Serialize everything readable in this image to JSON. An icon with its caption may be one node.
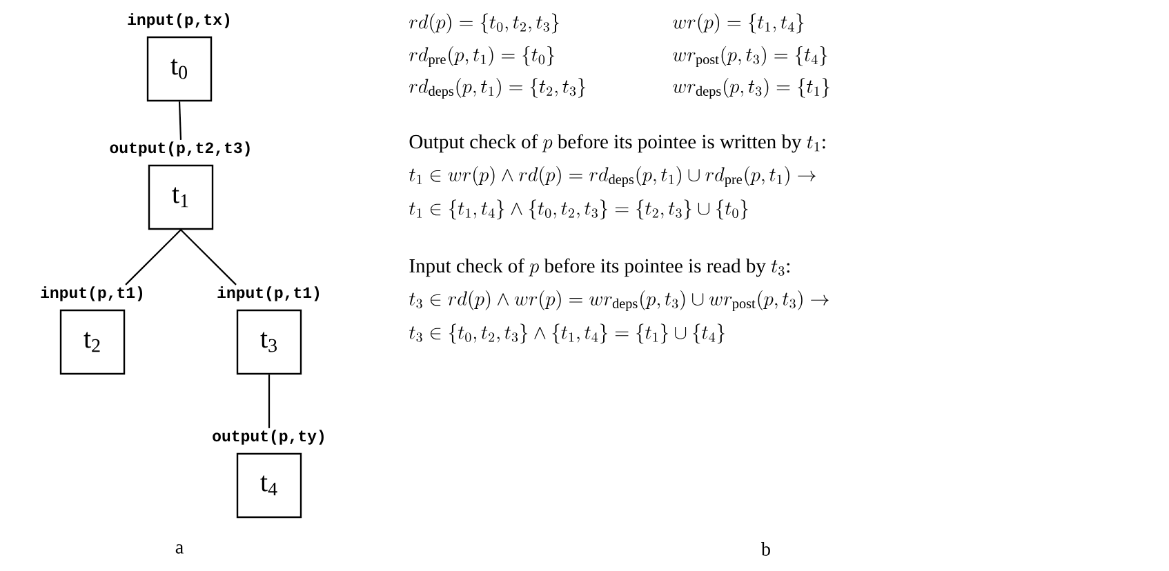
{
  "diagram": {
    "nodes": [
      {
        "text": [
          "t$_{0}$"
        ],
        "beside": [
          "input(p,tx)"
        ]
      },
      {
        "text": [
          "t$_{1}$"
        ],
        "beside": [
          "output(p,t2,t3)"
        ]
      },
      {
        "text": [
          "t$_{2}$"
        ],
        "beside": [
          "input(p,t1)"
        ]
      },
      {
        "text": [
          "t$_{3}$"
        ],
        "beside": [
          "input(p,t1)"
        ]
      },
      {
        "text": [
          "t$_{4}$"
        ],
        "beside": [
          "output(p,ty)"
        ]
      }
    ],
    "edges": [
      {
        "from": 0,
        "to": 1,
        "arrow": "none"
      },
      {
        "from": 1,
        "to": 2,
        "arrow": "none"
      },
      {
        "from": 1,
        "to": 3,
        "arrow": "none"
      },
      {
        "from": 3,
        "to": 4,
        "arrow": "none"
      }
    ],
    "labels": [
      "rd(p) = \\{t_0, t_2, t_3\\}",
      "wr(p) = \\{t_1, t_4\\}",
      "rd_{\\mathrm{pre}}(p, t_1) = \\{t_0\\}",
      "wr_{\\mathrm{post}}(p, t_3) = \\{t_4\\}",
      "rd_{\\mathrm{deps}}(p, t_1) = \\{t_2, t_3\\}",
      "wr_{\\mathrm{deps}}(p, t_3) = \\{t_1\\}",
      "\\text{Output check of } p \\text{ before its pointee is written by } t_1\\text{:}",
      "t_1 \\in wr(p) \\land rd(p) = rd_{\\mathrm{deps}}(p, t_1) \\cup rd_{\\mathrm{pre}}(p, t_1) \\rightarrow",
      "t_1 \\in \\{t_1, t_4\\} \\land \\{t_0, t_2, t_3\\} = \\{t_2, t_3\\} \\cup \\{t_0\\}",
      "\\text{Input check of } p \\text{ before its pointee is read by } t_3\\text{:}",
      "t_3 \\in rd(p) \\land wr(p) = wr_{\\mathrm{deps}}(p, t_3) \\cup wr_{\\mathrm{post}}(p, t_3) \\rightarrow",
      "t_3 \\in \\{t_0, t_2, t_3\\} \\land \\{t_1, t_4\\} = \\{t_1\\} \\cup \\{t_4\\}",
      "a",
      "b"
    ]
  }
}
